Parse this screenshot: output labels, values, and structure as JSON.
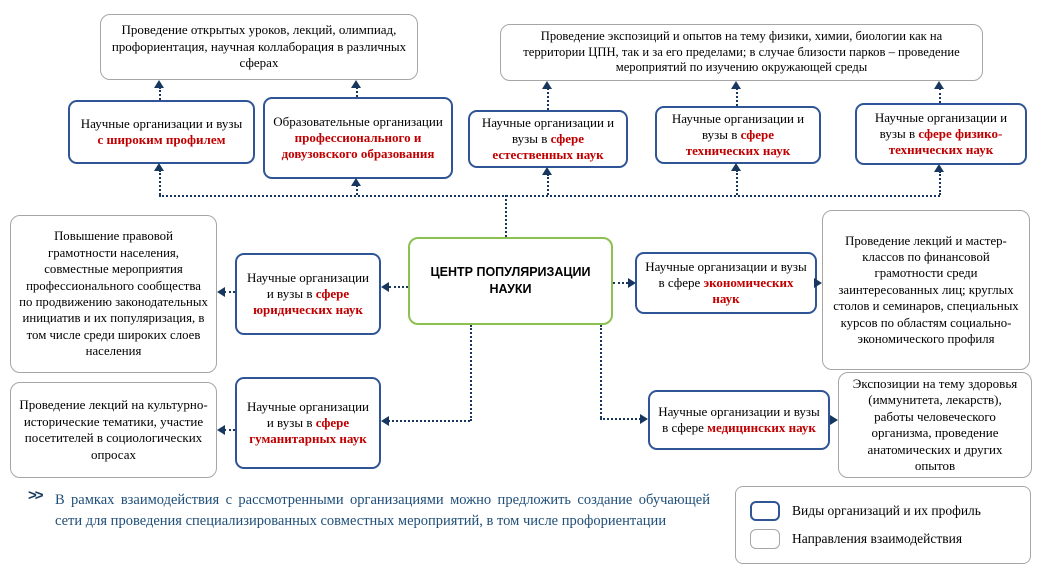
{
  "center_box": {
    "label": "ЦЕНТР ПОПУЛЯРИЗАЦИИ НАУКИ"
  },
  "activity_notes": {
    "top_left": "Проведение открытых уроков, лекций, олимпиад, профориентация, научная коллаборация в различных сферах",
    "top_right": "Проведение экспозиций и опытов на тему физики, химии, биологии как на территории ЦПН, так и за его пределами; в случае близости парков – проведение мероприятий по изучению окружающей среды",
    "mid_left": "Повышение правовой грамотности населения, совместные мероприятия профессионального сообщества по продвижению законодательных инициатив и их популяризация, в том числе среди широких слоев населения",
    "mid_right": "Проведение лекций и мастер-классов по финансовой грамотности среди заинтересованных лиц; круглых столов и семинаров, специальных курсов по областям социально-экономического профиля",
    "bottom_left": "Проведение лекций на культурно-исторические тематики, участие посетителей в социологических опросах",
    "bottom_right": "Экспозиции на тему здоровья (иммунитета, лекарств), работы человеческого организма, проведение анатомических и других опытов"
  },
  "org_boxes": {
    "broad_profile": {
      "prefix": "Научные организации и  вузы ",
      "highlight": "с широким профилем"
    },
    "educational": {
      "prefix": "Образовательные организации ",
      "highlight": "профессионального и довузовского образования"
    },
    "natural": {
      "prefix": "Научные организации и вузы в ",
      "highlight": "сфере естественных наук"
    },
    "technical": {
      "prefix": "Научные организации и вузы в ",
      "highlight": "сфере технических наук"
    },
    "physical_technical": {
      "prefix": "Научные организации и вузы в ",
      "highlight": "сфере физико-технических наук"
    },
    "legal": {
      "prefix": "Научные организации и вузы в ",
      "highlight": "сфере юридических наук"
    },
    "humanities": {
      "prefix": "Научные организации и вузы в ",
      "highlight": "сфере гуманитарных наук"
    },
    "economic": {
      "prefix": "Научные организации и вузы в сфере ",
      "highlight": "экономических наук"
    },
    "medical": {
      "prefix": "Научные организации и вузы в сфере ",
      "highlight": "медицинских наук"
    }
  },
  "footnote": {
    "marker": ">>",
    "text": "В рамках взаимодействия с рассмотренными организациями можно предложить создание обучающей сети для проведения специализированных совместных мероприятий, в том числе профориентации"
  },
  "legend": {
    "items": [
      {
        "label": "Виды организаций и их профиль",
        "swatch": "org-box"
      },
      {
        "label": "Направления взаимодействия",
        "swatch": "note-box"
      }
    ]
  },
  "colors": {
    "org_border": "#2F5597",
    "highlight_text": "#C00000",
    "center_border": "#8CC152",
    "note_border": "#A6A6A6",
    "footnote_text": "#1F4E79",
    "connector": "#17375E"
  }
}
